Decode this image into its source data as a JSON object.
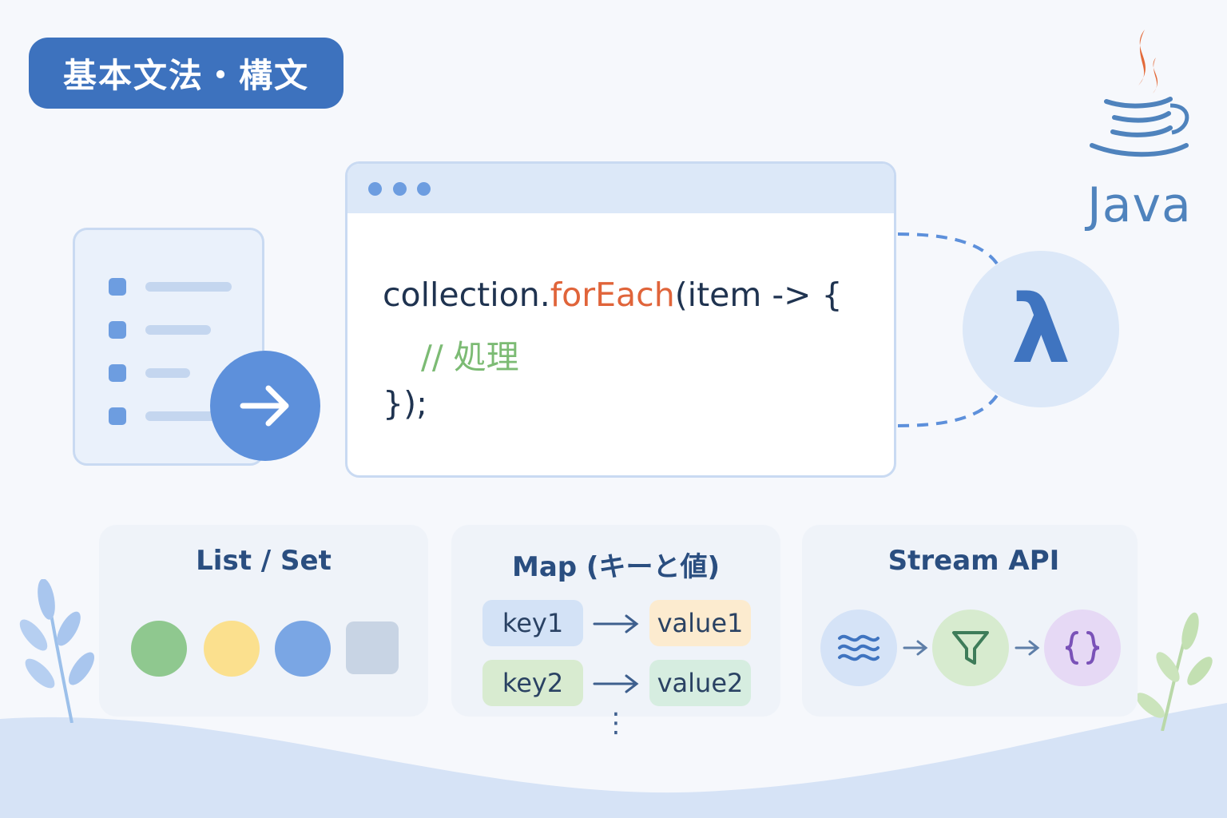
{
  "title_badge": "基本文法・構文",
  "java_logo": {
    "word": "Java",
    "icon": "java-coffee-cup-icon"
  },
  "list_icon": "list-icon",
  "arrow_icon": "arrow-right-icon",
  "code": {
    "line1_part1": "collection.",
    "line1_method": "forEach",
    "line1_part2": "(item -> {",
    "line2_comment": "// 処理",
    "line3": "});"
  },
  "lambda_symbol": "λ",
  "panels": {
    "list_set": {
      "title": "List / Set",
      "shapes": [
        "green-circle",
        "yellow-circle",
        "blue-circle",
        "gray-square"
      ]
    },
    "map": {
      "title": "Map (キーと値)",
      "pairs": [
        {
          "key": "key1",
          "value": "value1"
        },
        {
          "key": "key2",
          "value": "value2"
        }
      ],
      "more": "⋮"
    },
    "stream": {
      "title": "Stream API",
      "steps": [
        "wave-icon",
        "filter-funnel-icon",
        "braces-icon"
      ]
    }
  },
  "colors": {
    "accent_blue": "#3d72be",
    "orange": "#e0643a",
    "green": "#7cbb74"
  }
}
